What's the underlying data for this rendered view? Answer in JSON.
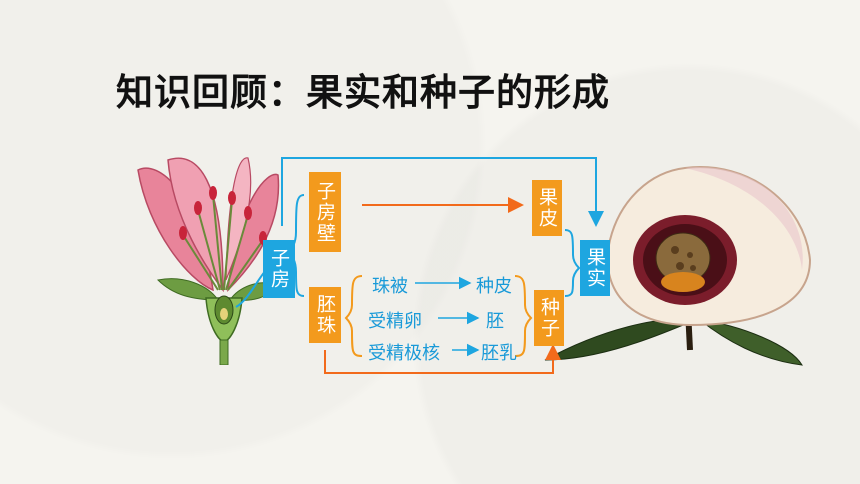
{
  "title": "知识回顾：果实和种子的形成",
  "boxes": {
    "ovary_wall": "子房壁",
    "ovary": "子房",
    "ovule": "胚珠",
    "pericarp": "果皮",
    "fruit": "果实",
    "seed": "种子"
  },
  "mappings": [
    {
      "from": "珠被",
      "to": "种皮"
    },
    {
      "from": "受精卵",
      "to": "胚"
    },
    {
      "from": "受精极核",
      "to": "胚乳"
    }
  ],
  "colors": {
    "orange": "#f39a1d",
    "blue": "#1ea6e0",
    "arrow_orange": "#f26a1b",
    "text_blue": "#1a9ad8"
  }
}
